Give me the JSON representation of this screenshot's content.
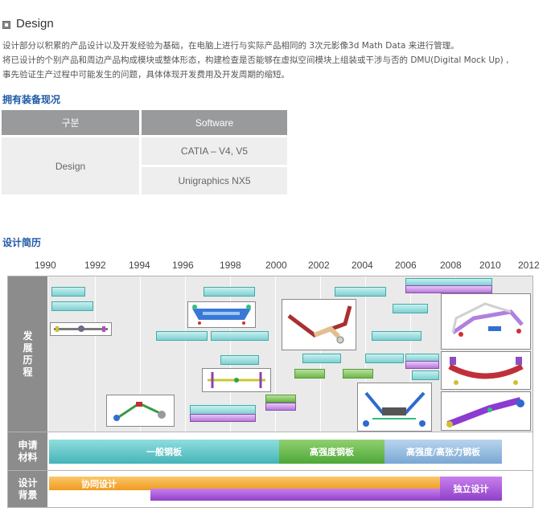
{
  "page": {
    "title": "Design"
  },
  "description": {
    "line1": "设计部分以积累的产品设计以及开发经验为基础，在电脑上进行与实际产品相同的 3次元影像3d Math Data 来进行管理。",
    "line2": "将已设计的个别产品和周边产品构成模块或整体形态，构建检查是否能够在虚拟空间模块上组装或干涉与否的 DMU(Digital Mock Up) ,",
    "line3": "事先验证生产过程中可能发生的问题，具体体现开发费用及开发周期的缩短。"
  },
  "equipment": {
    "title": "拥有装备现况",
    "headers": [
      "구분",
      "Software"
    ],
    "category": "Design",
    "software": [
      "CATIA – V4, V5",
      "Unigraphics NX5"
    ]
  },
  "history": {
    "title": "设计简历",
    "years": [
      "1990",
      "1992",
      "1994",
      "1996",
      "1998",
      "2000",
      "2002",
      "2004",
      "2006",
      "2008",
      "2010",
      "2012"
    ],
    "rows": {
      "development": "发展历程",
      "material": "申请材料",
      "background": "设计背景"
    },
    "materials": [
      "一般钢板",
      "高强度钢板",
      "高强度/高张力钢板"
    ],
    "design_bg": [
      "协同设计",
      "独立设计"
    ],
    "colors": {
      "teal": "#5cc6c6",
      "green": "#5fb14a",
      "blue": "#8ab4dc",
      "orange": "#f4a630",
      "purple": "#a050d0"
    }
  }
}
